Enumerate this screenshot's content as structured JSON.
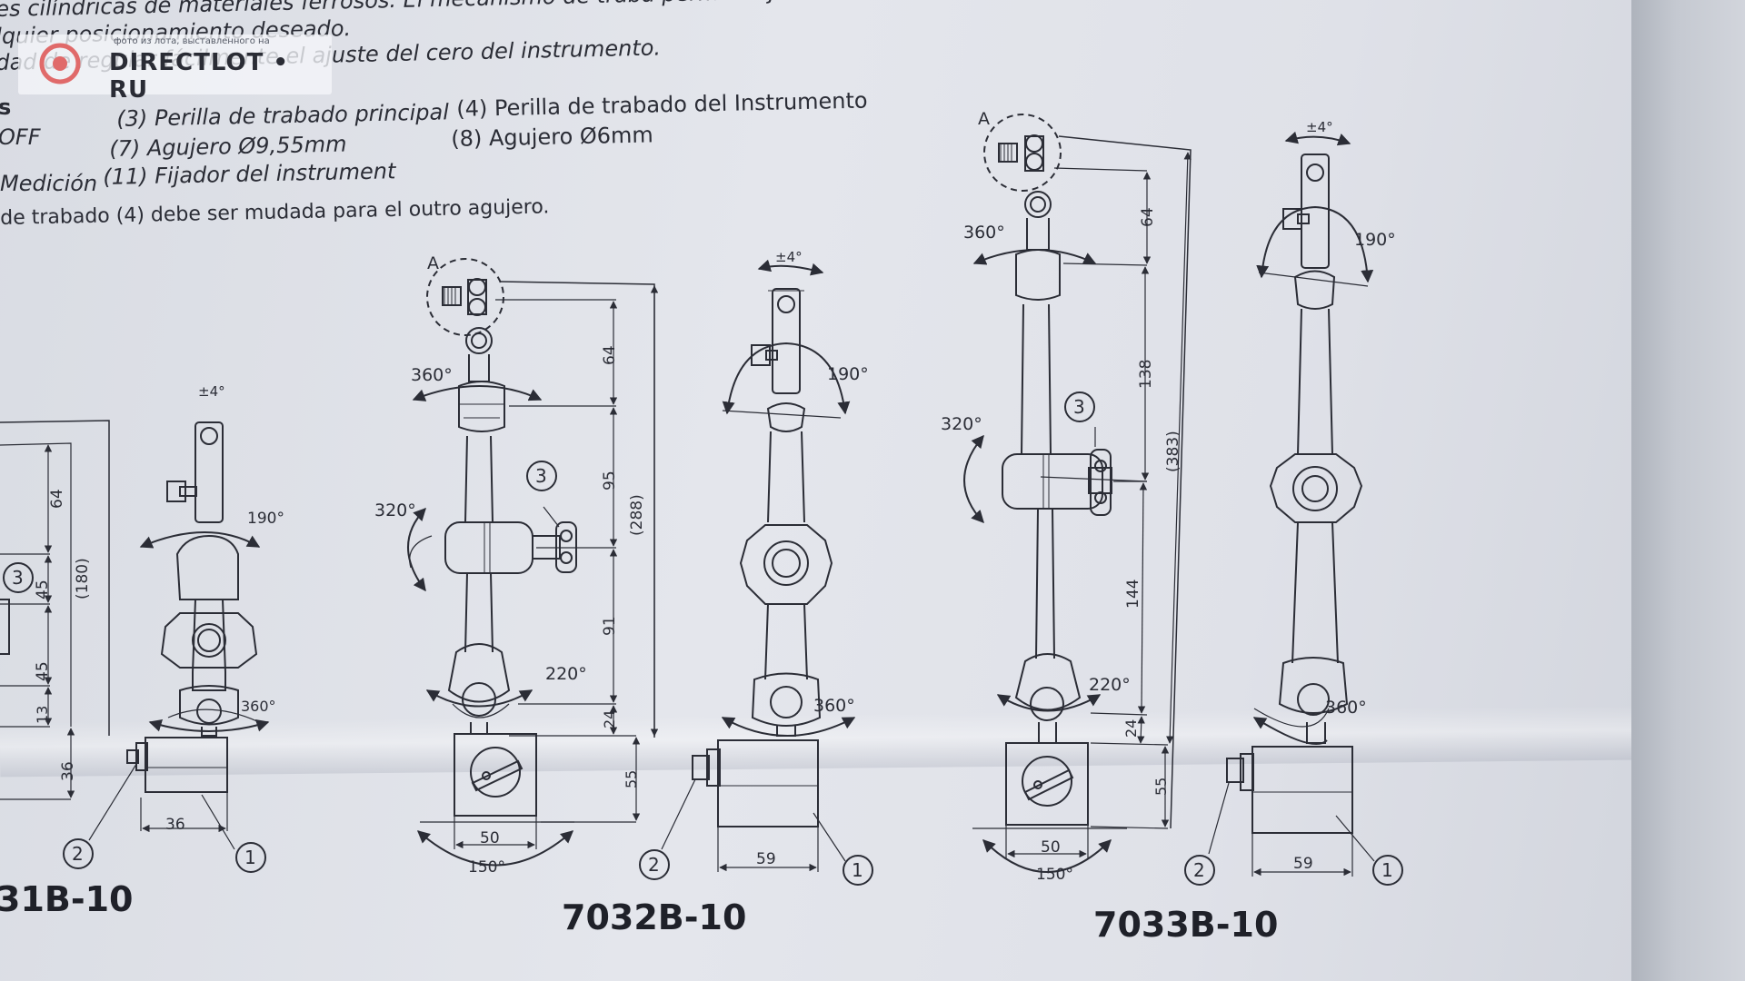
{
  "header": {
    "line1": "es cilíndricas de materiales ferrosos. El mecanismo de traba permite fijar todas las articulaciones a través de una única perilla.",
    "line2": "lquier posicionamiento deseado.",
    "line3": "dad de regular fácilmente el ajuste del cero del instrumento."
  },
  "legend": {
    "s": "s",
    "off": "OFF",
    "medicion": "Medición",
    "item3": "(3) Perilla de trabado principal",
    "item7": "(7) Agujero Ø9,55mm",
    "item11": "(11) Fijador del instrument",
    "item4": "(4) Perilla de trabado del Instrumento",
    "item8": "(8) Agujero Ø6mm"
  },
  "note": "de trabado (4) debe ser mudada para el outro agujero.",
  "watermark": {
    "brand": "DIRECTLOT • RU",
    "small": "фото из лота, выставленного на"
  },
  "models": {
    "left": "31B-10",
    "middle": "7032B-10",
    "right": "7033B-10"
  },
  "labels": {
    "pm4": "±4°",
    "d190": "190°",
    "d360": "360°",
    "d320": "320°",
    "d220": "220°",
    "d150": "150°",
    "A": "A",
    "c1": "1",
    "c2": "2",
    "c3": "3"
  },
  "dims": {
    "left": {
      "d64": "64",
      "d45a": "45",
      "d45b": "45",
      "d13": "13",
      "d36v": "36",
      "d180": "(180)",
      "d36h": "36"
    },
    "middle": {
      "d64": "64",
      "d95": "95",
      "d91": "91",
      "d24": "24",
      "d55": "55",
      "d288": "(288)",
      "d50": "50",
      "d59": "59"
    },
    "right": {
      "d64": "64",
      "d138": "138",
      "d144": "144",
      "d24": "24",
      "d55": "55",
      "d383": "(383)",
      "d50": "50",
      "d59": "59"
    }
  },
  "colors": {
    "ink": "#2b2d36",
    "paper": "#e2e4ea",
    "background": "#b9bdc6"
  }
}
